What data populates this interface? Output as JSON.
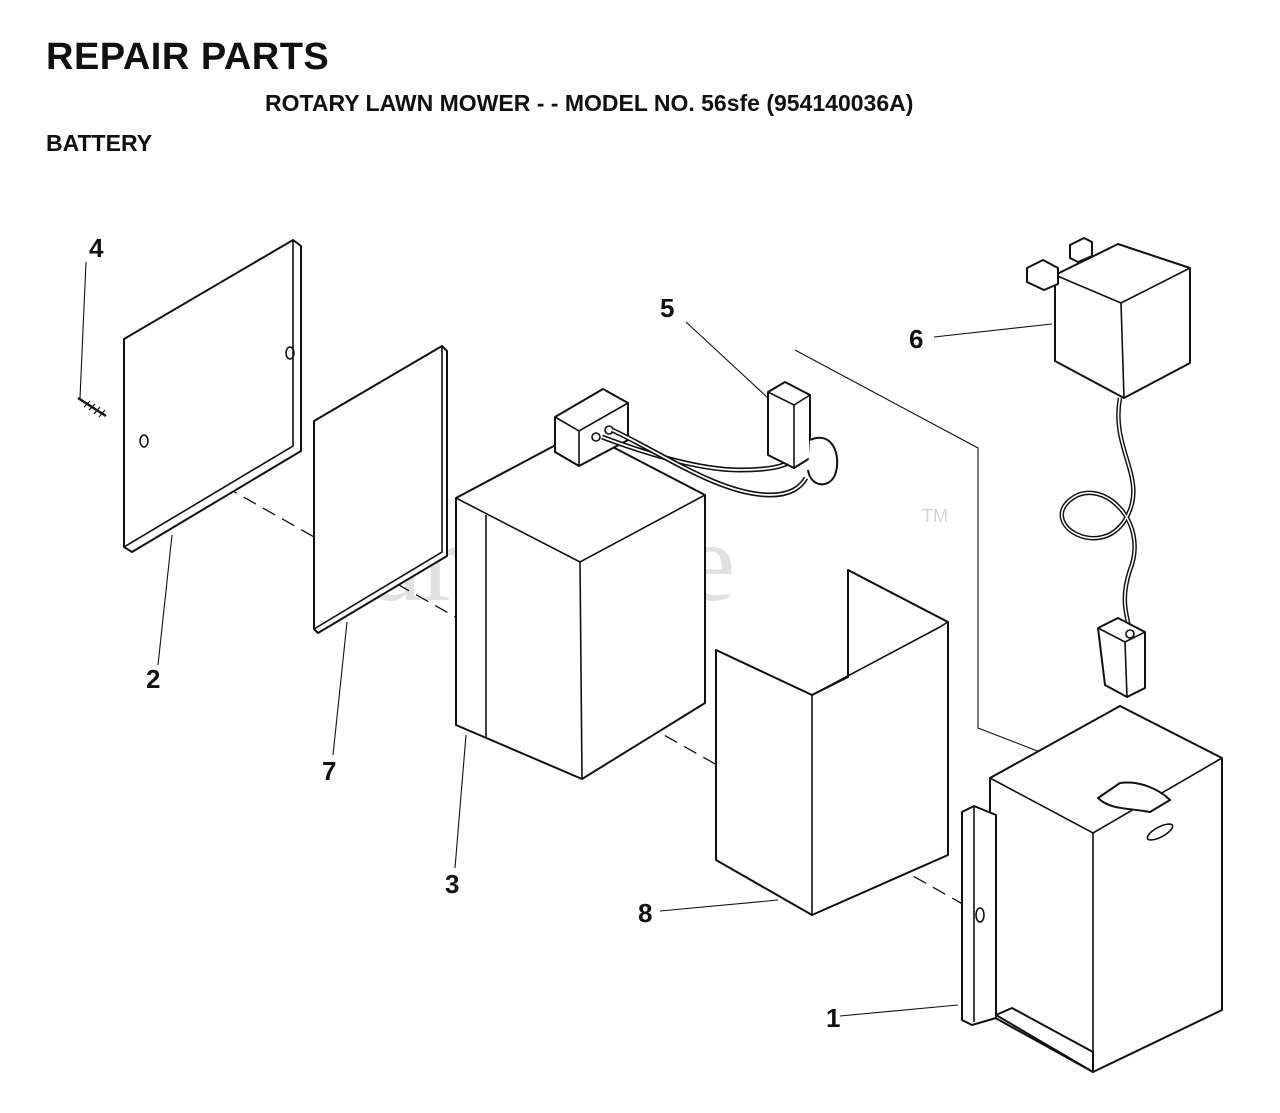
{
  "header": {
    "title": "REPAIR PARTS",
    "subtitle": "ROTARY LAWN MOWER - - MODEL NO. 56sfe (954140036A)",
    "section": "BATTERY"
  },
  "callouts": [
    "1",
    "2",
    "3",
    "4",
    "5",
    "6",
    "7",
    "8"
  ],
  "watermark": {
    "text": "PartsTree",
    "trademark": "TM"
  }
}
